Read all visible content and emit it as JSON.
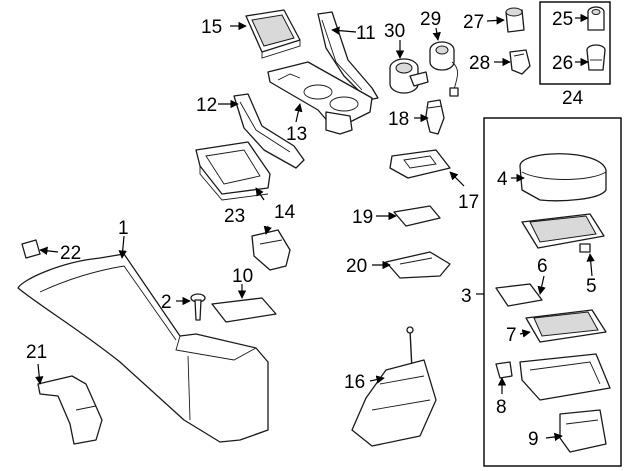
{
  "diagram": {
    "callouts": {
      "n1": "1",
      "n2": "2",
      "n3": "3",
      "n4": "4",
      "n5": "5",
      "n6": "6",
      "n7": "7",
      "n8": "8",
      "n9": "9",
      "n10": "10",
      "n11": "11",
      "n12": "12",
      "n13": "13",
      "n14": "14",
      "n15": "15",
      "n16": "16",
      "n17": "17",
      "n18": "18",
      "n19": "19",
      "n20": "20",
      "n21": "21",
      "n22": "22",
      "n23": "23",
      "n24": "24",
      "n25": "25",
      "n26": "26",
      "n27": "27",
      "n28": "28",
      "n29": "29",
      "n30": "30"
    }
  }
}
